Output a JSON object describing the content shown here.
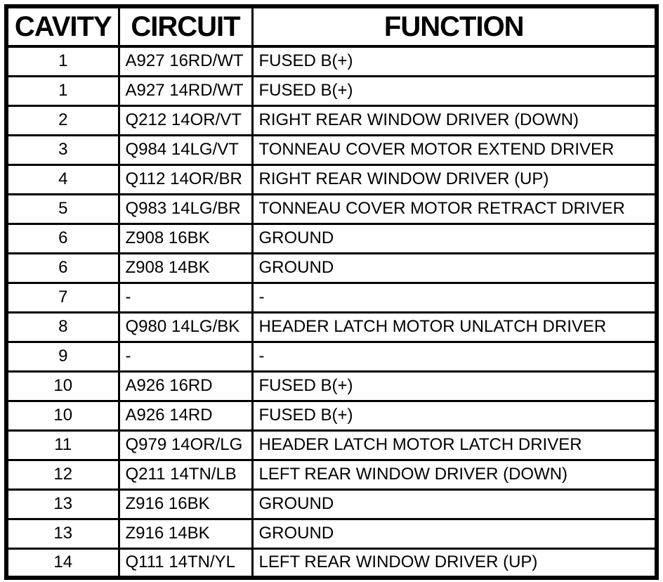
{
  "table": {
    "columns": [
      "CAVITY",
      "CIRCUIT",
      "FUNCTION"
    ],
    "rows": [
      {
        "cavity": "1",
        "circuit": "A927 16RD/WT",
        "function": "FUSED B(+)"
      },
      {
        "cavity": "1",
        "circuit": "A927 14RD/WT",
        "function": "FUSED B(+)"
      },
      {
        "cavity": "2",
        "circuit": "Q212 14OR/VT",
        "function": "RIGHT REAR WINDOW DRIVER (DOWN)"
      },
      {
        "cavity": "3",
        "circuit": "Q984 14LG/VT",
        "function": "TONNEAU COVER MOTOR EXTEND DRIVER"
      },
      {
        "cavity": "4",
        "circuit": "Q112 14OR/BR",
        "function": "RIGHT REAR WINDOW DRIVER (UP)"
      },
      {
        "cavity": "5",
        "circuit": "Q983 14LG/BR",
        "function": "TONNEAU COVER MOTOR RETRACT DRIVER"
      },
      {
        "cavity": "6",
        "circuit": "Z908 16BK",
        "function": "GROUND"
      },
      {
        "cavity": "6",
        "circuit": "Z908 14BK",
        "function": "GROUND"
      },
      {
        "cavity": "7",
        "circuit": "-",
        "function": "-"
      },
      {
        "cavity": "8",
        "circuit": "Q980 14LG/BK",
        "function": "HEADER LATCH MOTOR UNLATCH DRIVER"
      },
      {
        "cavity": "9",
        "circuit": "-",
        "function": "-"
      },
      {
        "cavity": "10",
        "circuit": "A926 16RD",
        "function": "FUSED B(+)"
      },
      {
        "cavity": "10",
        "circuit": "A926 14RD",
        "function": "FUSED B(+)"
      },
      {
        "cavity": "11",
        "circuit": "Q979 14OR/LG",
        "function": "HEADER LATCH MOTOR LATCH DRIVER"
      },
      {
        "cavity": "12",
        "circuit": "Q211 14TN/LB",
        "function": "LEFT REAR WINDOW DRIVER (DOWN)"
      },
      {
        "cavity": "13",
        "circuit": "Z916 16BK",
        "function": "GROUND"
      },
      {
        "cavity": "13",
        "circuit": "Z916 14BK",
        "function": "GROUND"
      },
      {
        "cavity": "14",
        "circuit": "Q111 14TN/YL",
        "function": "LEFT REAR WINDOW DRIVER (UP)"
      }
    ],
    "colors": {
      "border": "#000000",
      "text": "#000000",
      "background": "#ffffff"
    }
  }
}
